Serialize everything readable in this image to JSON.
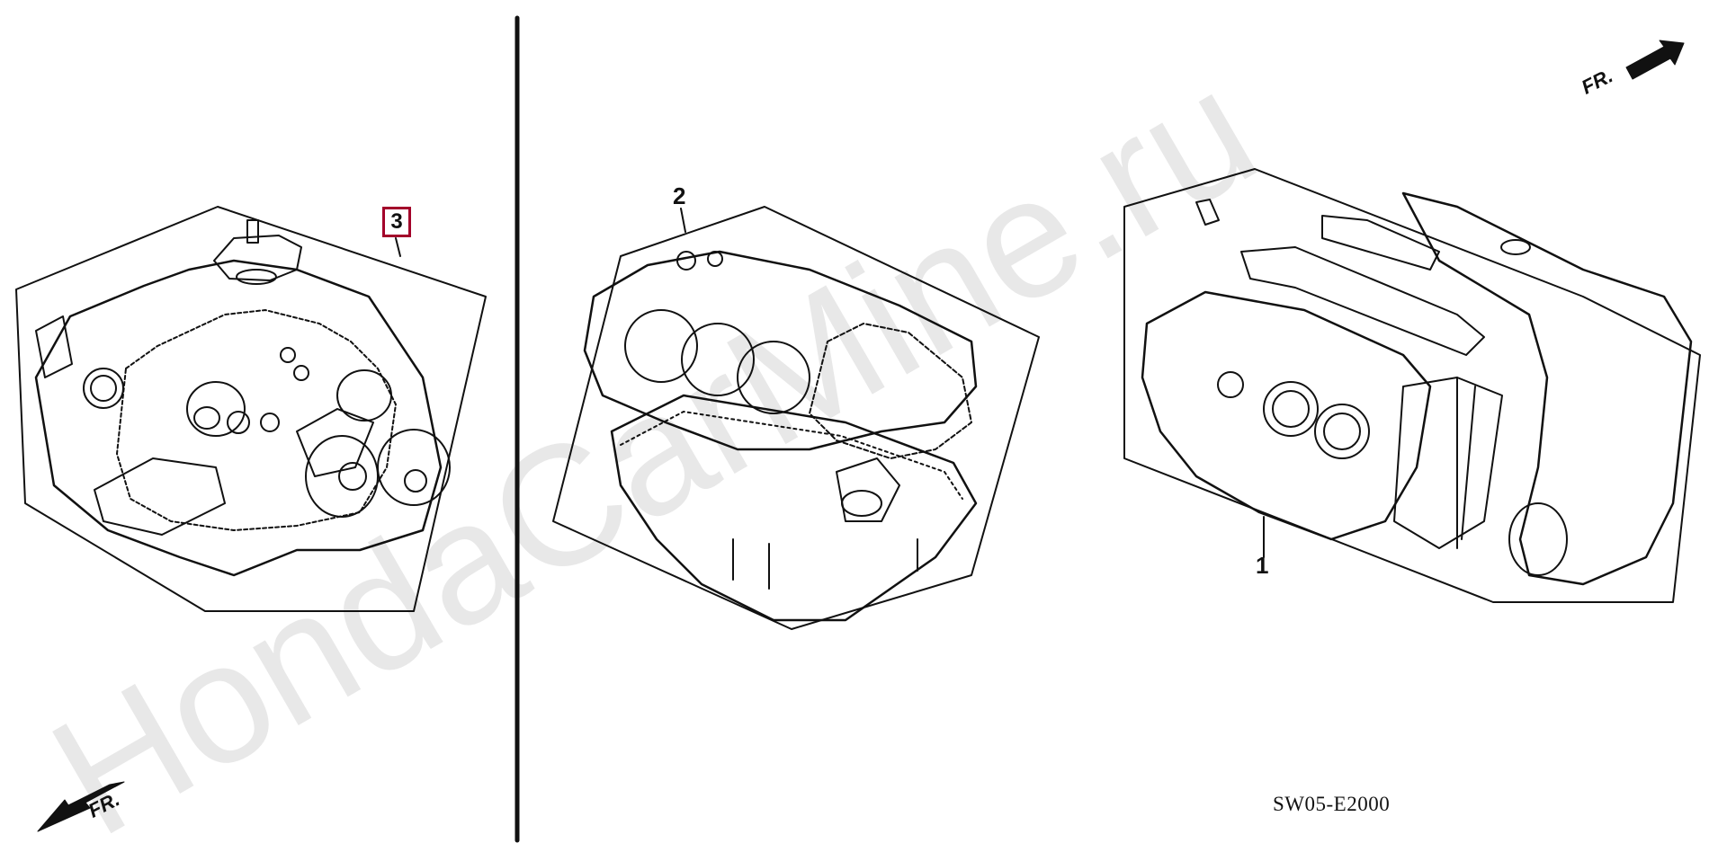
{
  "watermark": "HondaCarMine.ru",
  "callouts": {
    "part1": "1",
    "part2": "2",
    "part3": "3"
  },
  "front_markers": {
    "top_right": "FR.",
    "bottom_left": "FR."
  },
  "diagram_code": "SW05-E2000",
  "colors": {
    "line": "#111111",
    "highlight_box": "#a3002a",
    "watermark": "#d6d6d6"
  }
}
